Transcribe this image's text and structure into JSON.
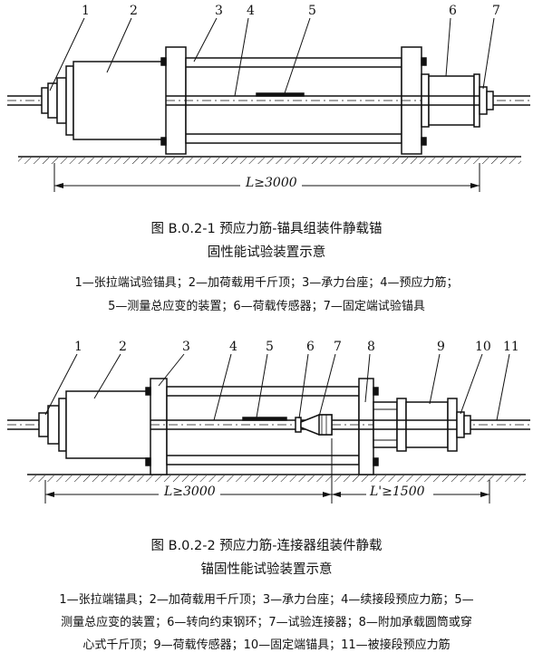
{
  "figure1": {
    "callouts": [
      "1",
      "2",
      "3",
      "4",
      "5",
      "6",
      "7"
    ],
    "dimension": "L≥3000",
    "caption_line1": "图 B.0.2-1  预应力筋-锚具组装件静载锚",
    "caption_line2": "固性能试验装置示意",
    "legend_line1": "1—张拉端试验锚具；2—加荷载用千斤顶；3—承力台座；4—预应力筋；",
    "legend_line2": "5—测量总应变的装置；6—荷载传感器；7—固定端试验锚具"
  },
  "figure2": {
    "callouts": [
      "1",
      "2",
      "3",
      "4",
      "5",
      "6",
      "7",
      "8",
      "9",
      "10",
      "11"
    ],
    "dimension_left": "L≥3000",
    "dimension_right": "L'≥1500",
    "caption_line1": "图 B.0.2-2  预应力筋-连接器组装件静载",
    "caption_line2": "锚固性能试验装置示意",
    "legend_line1": "1—张拉端锚具；2—加荷载用千斤顶；3—承力台座；4—续接段预应力筋；5—",
    "legend_line2": "测量总应变的装置；6—转向约束钢环；7—试验连接器；8—附加承载圆筒或穿",
    "legend_line3": "心式千斤顶；9—荷载传感器；10—固定端锚具；11—被接段预应力筋"
  }
}
